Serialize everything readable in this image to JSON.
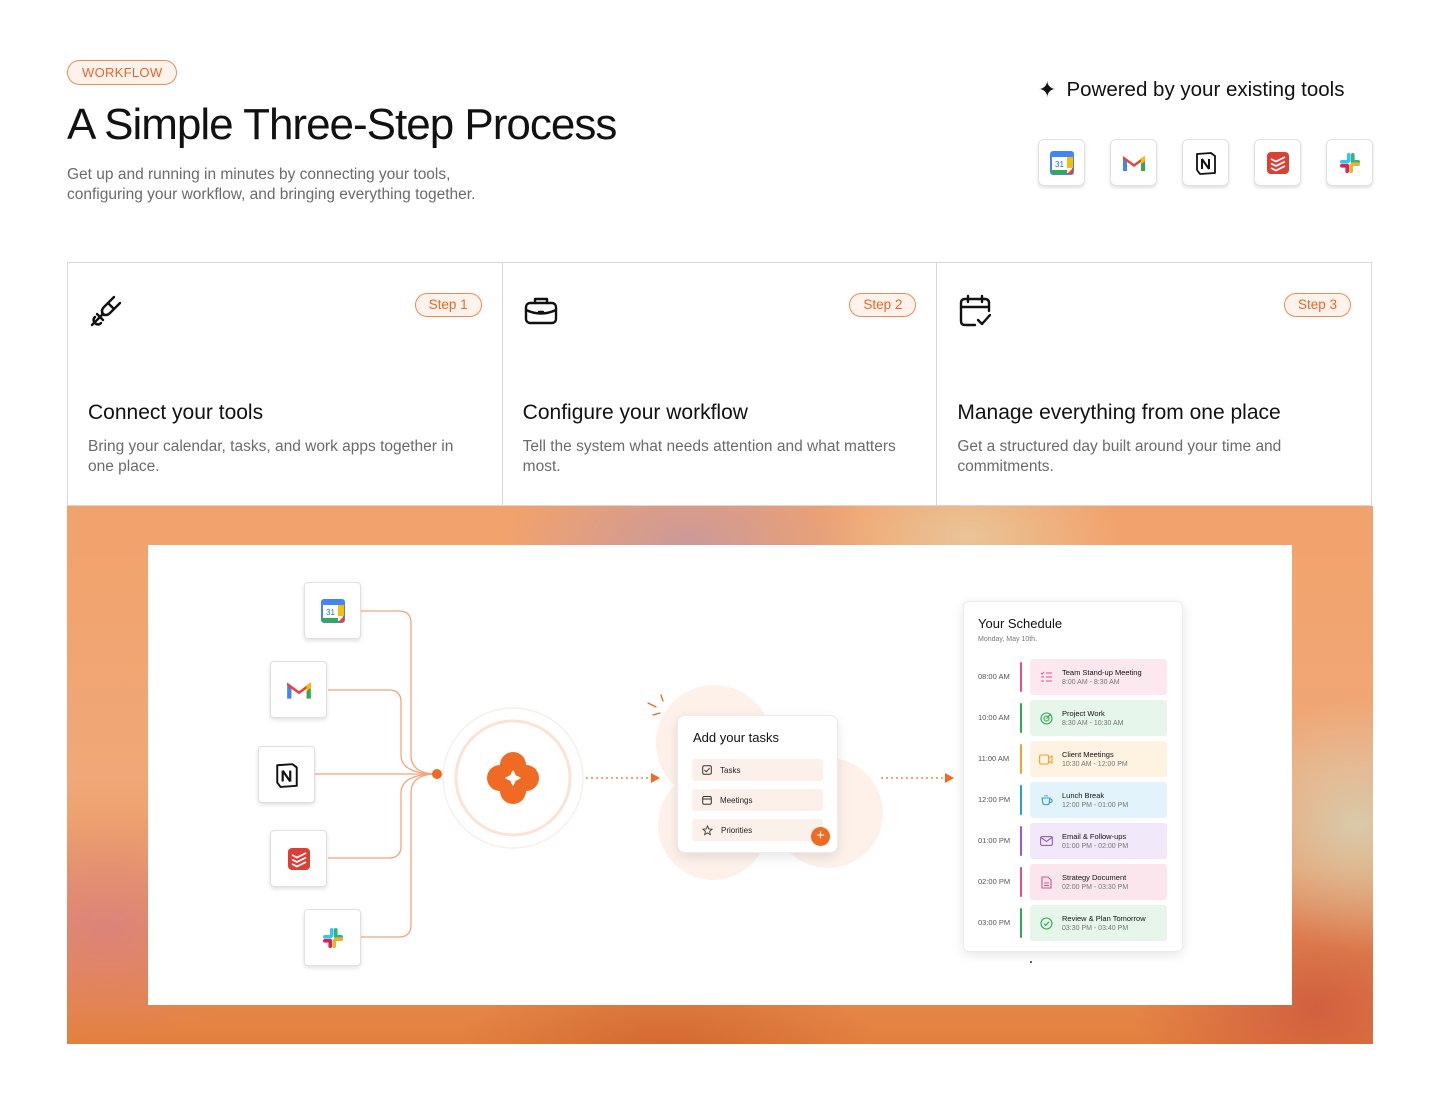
{
  "header": {
    "badge": "WORKFLOW",
    "title": "A Simple Three-Step Process",
    "subtitle": "Get up and running in minutes by connecting your tools, configuring your workflow, and bringing everything together.",
    "powered_label": "Powered by your existing tools",
    "powered_icon": "sparkle-icon",
    "tools": [
      "google-calendar-icon",
      "gmail-icon",
      "notion-icon",
      "todoist-icon",
      "slack-icon"
    ]
  },
  "steps": [
    {
      "badge": "Step 1",
      "title": "Connect your tools",
      "desc": "Bring your calendar, tasks, and work apps together in one place.",
      "icon": "plug-icon"
    },
    {
      "badge": "Step 2",
      "title": "Configure your workflow",
      "desc": "Tell the system what needs attention and what matters most.",
      "icon": "briefcase-icon"
    },
    {
      "badge": "Step 3",
      "title": "Manage everything from one place",
      "desc": "Get a structured day built around your time and commitments.",
      "icon": "calendar-check-icon"
    }
  ],
  "diagram": {
    "calendar_day": "31",
    "tasks_card": {
      "title": "Add your tasks",
      "items": [
        "Tasks",
        "Meetings",
        "Priorities"
      ],
      "add_label": "+"
    },
    "schedule": {
      "title": "Your Schedule",
      "date": "Monday, May 10th.",
      "rows": [
        {
          "time": "08:00 AM",
          "name": "Team Stand-up Meeting",
          "range": "8:00 AM - 8:30 AM",
          "color": "#e94b8a",
          "bg": "#fde8f0",
          "icon": "checklist-icon"
        },
        {
          "time": "10:00 AM",
          "name": "Project Work",
          "range": "8:30 AM - 10:30 AM",
          "color": "#2fa84f",
          "bg": "#e6f6ea",
          "icon": "target-icon"
        },
        {
          "time": "11:00 AM",
          "name": "Client Meetings",
          "range": "10:30 AM - 12:00 PM",
          "color": "#f2a12a",
          "bg": "#fdf3e0",
          "icon": "video-icon"
        },
        {
          "time": "12:00 PM",
          "name": "Lunch Break",
          "range": "12:00 PM - 01:00 PM",
          "color": "#2a9fd6",
          "bg": "#e3f3fb",
          "icon": "cup-icon"
        },
        {
          "time": "01:00 PM",
          "name": "Email & Follow-ups",
          "range": "01:00 PM - 02:00 PM",
          "color": "#9b59d0",
          "bg": "#f1e8fa",
          "icon": "mail-icon"
        },
        {
          "time": "02:00 PM",
          "name": "Strategy Document",
          "range": "02:00 PM - 03:30 PM",
          "color": "#e04f8c",
          "bg": "#fce6ee",
          "icon": "document-icon"
        },
        {
          "time": "03:00 PM",
          "name": "Review & Plan Tomorrow",
          "range": "03:30 PM - 03:40 PM",
          "color": "#2fa84f",
          "bg": "#e6f6ea",
          "icon": "check-circle-icon"
        }
      ]
    }
  },
  "colors": {
    "accent": "#f06a24",
    "badge_bg": "#fff3ec",
    "badge_border": "#f08a55"
  }
}
